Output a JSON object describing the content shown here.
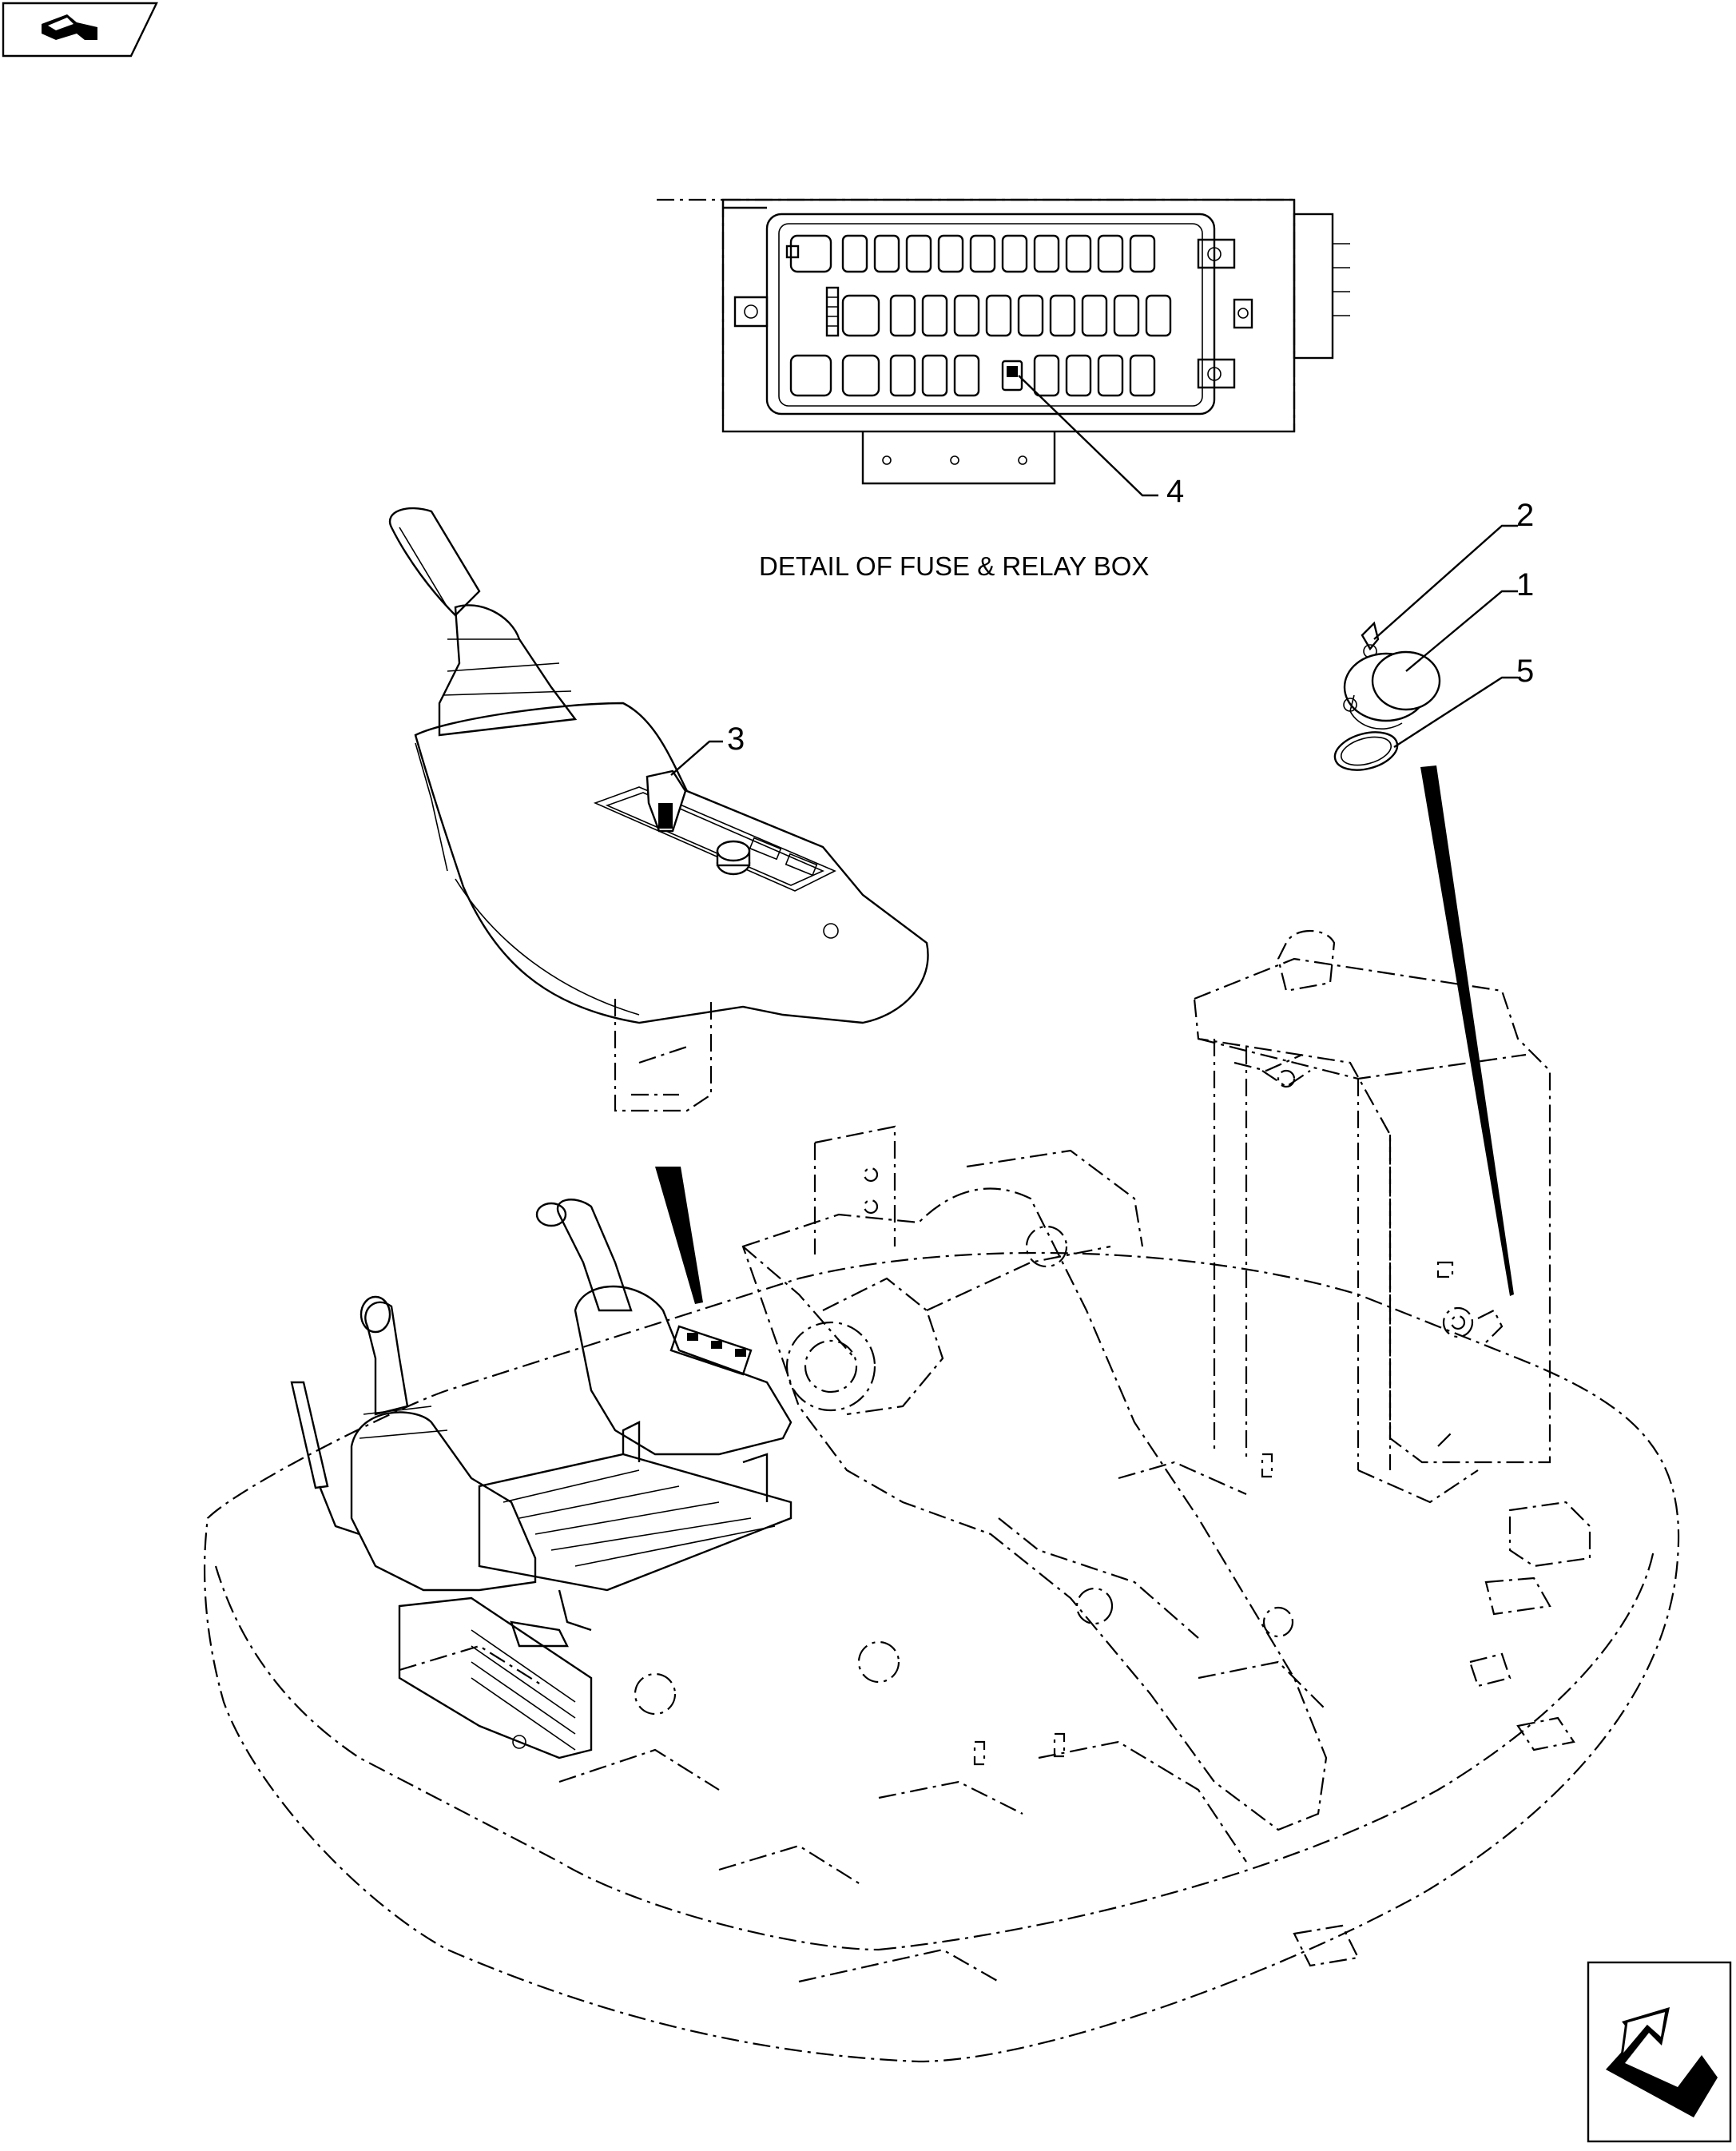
{
  "diagram": {
    "caption": "DETAIL OF FUSE & RELAY BOX",
    "callouts": [
      {
        "id": "1",
        "label": "1"
      },
      {
        "id": "2",
        "label": "2"
      },
      {
        "id": "3",
        "label": "3"
      },
      {
        "id": "4",
        "label": "4"
      },
      {
        "id": "5",
        "label": "5"
      }
    ]
  },
  "navigation": {
    "prev_icon": "back-arrow-icon",
    "next_icon": "forward-arrow-icon"
  }
}
